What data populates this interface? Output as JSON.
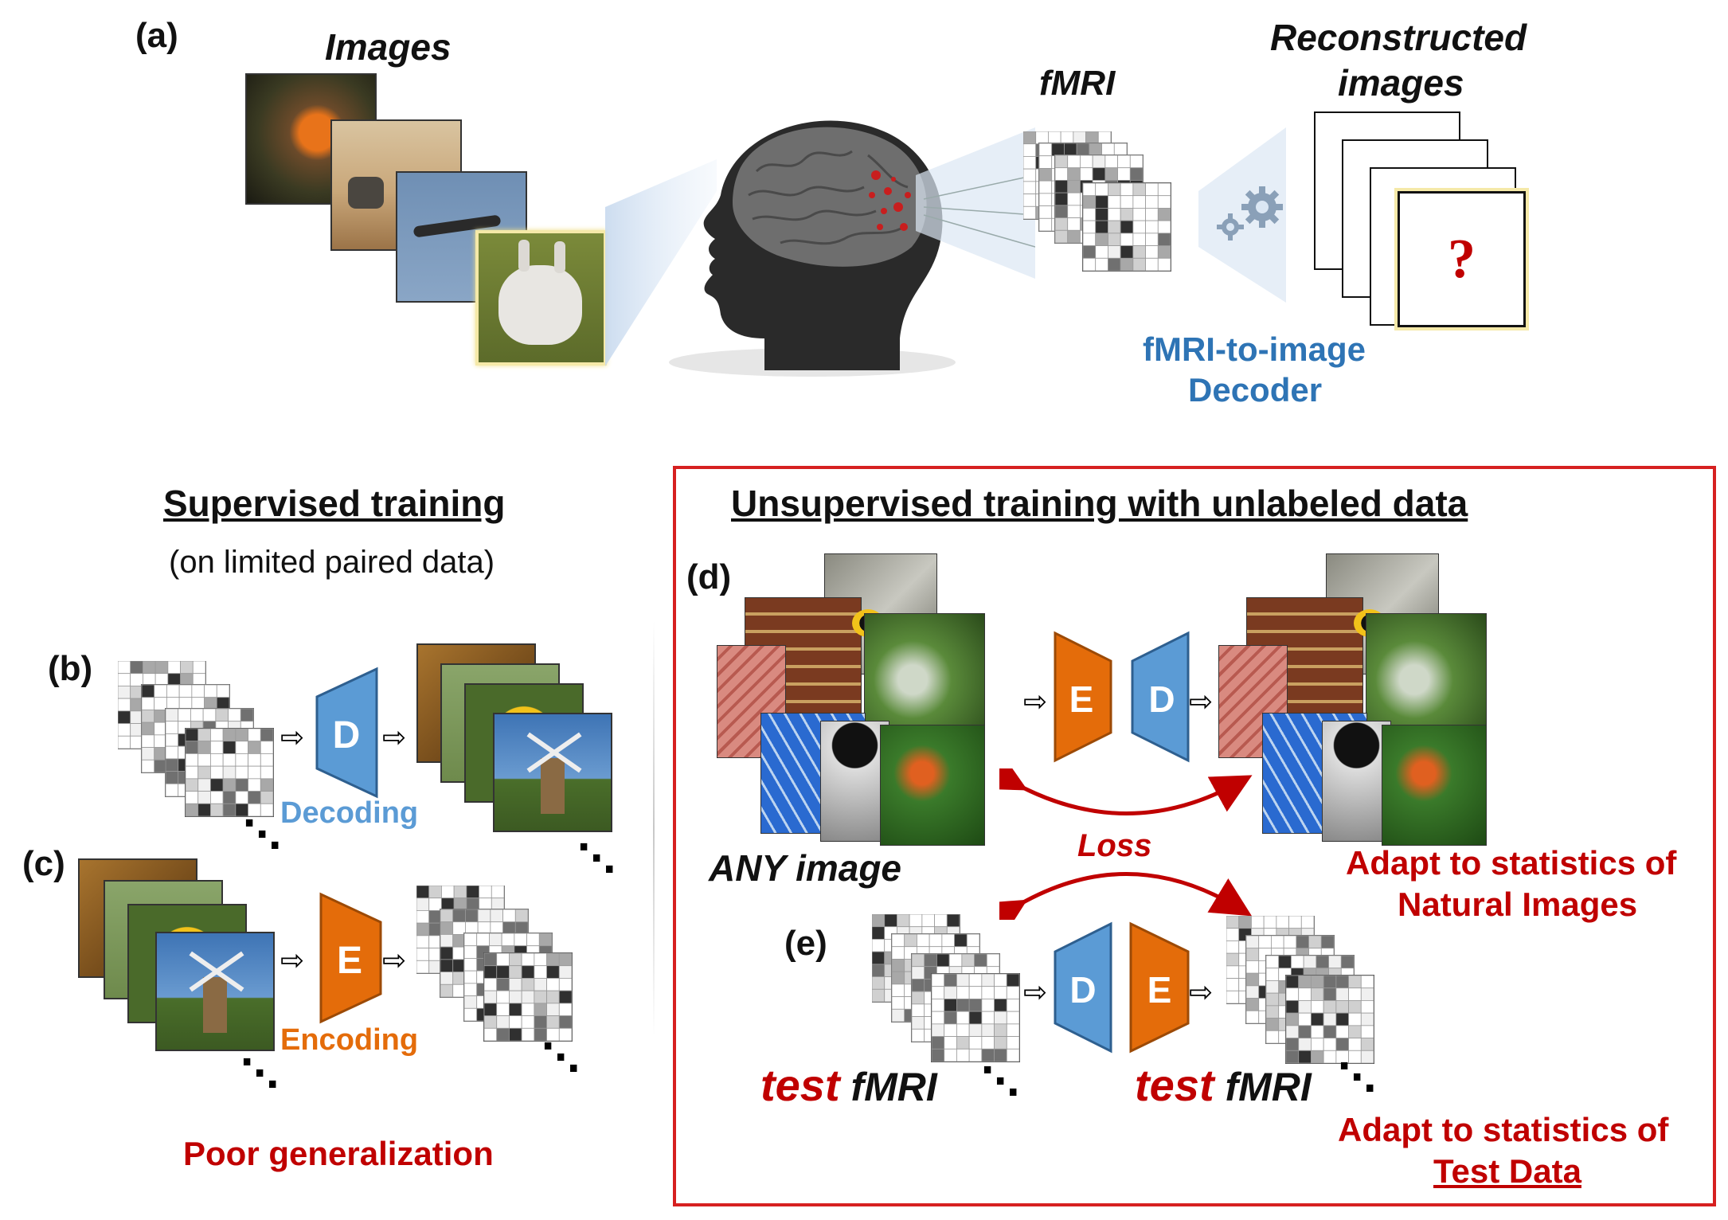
{
  "panels": {
    "a": "(a)",
    "b": "(b)",
    "c": "(c)",
    "d": "(d)",
    "e": "(e)"
  },
  "top": {
    "images_label": "Images",
    "fmri_label": "fMRI",
    "reconstructed_label_line1": "Reconstructed",
    "reconstructed_label_line2": "images",
    "question_mark": "?",
    "decoder_line1": "fMRI-to-image",
    "decoder_line2": "Decoder"
  },
  "supervised": {
    "title": "Supervised training",
    "subtitle": "(on limited paired data)",
    "decoder_letter": "D",
    "encoder_letter": "E",
    "decoding_label": "Decoding",
    "encoding_label": "Encoding",
    "poor_generalization": "Poor generalization",
    "ellipsis": "⋱"
  },
  "unsupervised": {
    "title": "Unsupervised training with unlabeled data",
    "any_image": "ANY image",
    "loss": "Loss",
    "encoder_letter": "E",
    "decoder_letter": "D",
    "adapt_natural_line1": "Adapt to statistics of",
    "adapt_natural_line2": "Natural Images",
    "test_word": "test",
    "fmri_word": "fMRI",
    "adapt_test_line1": "Adapt to statistics of",
    "adapt_test_line2": "Test Data",
    "ellipsis": "⋱"
  },
  "colors": {
    "decoder_blue": "#5b9bd5",
    "encoder_orange": "#e46c0a",
    "accent_red": "#c00000",
    "label_blue": "#2e74b5",
    "box_red": "#d62020"
  }
}
